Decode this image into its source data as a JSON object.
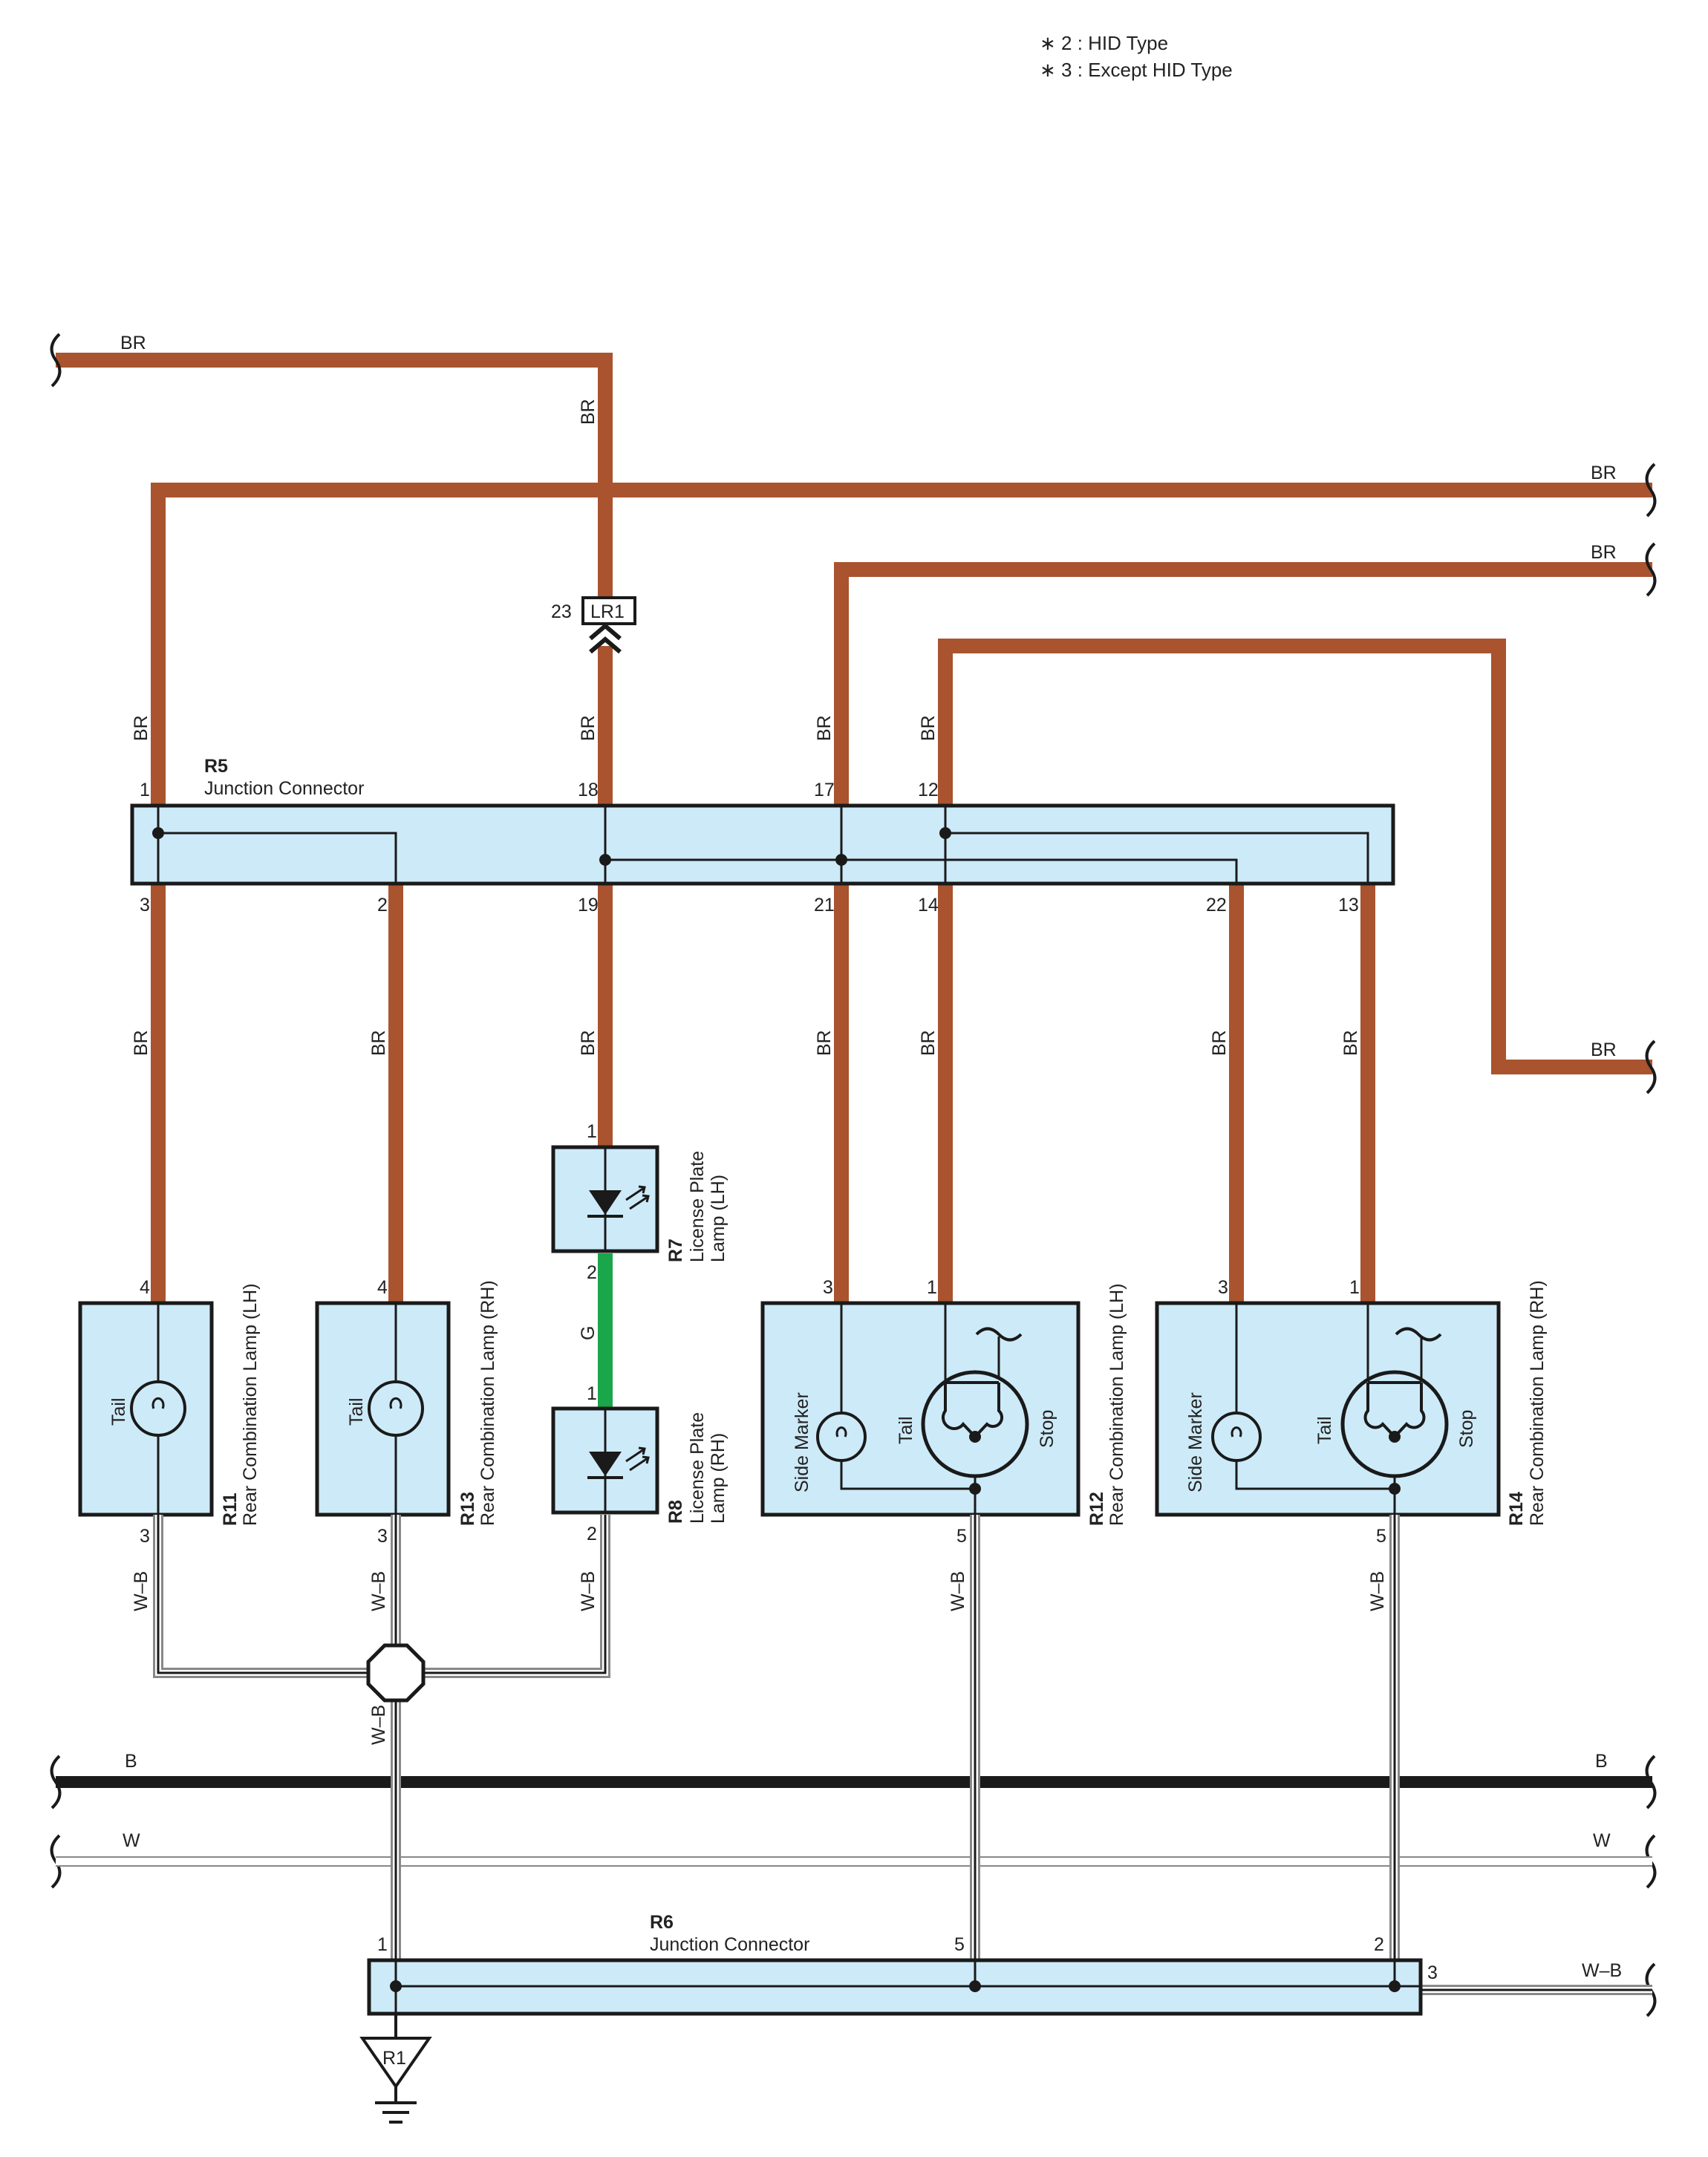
{
  "notes": {
    "note2": "∗ 2 : HID Type",
    "note3": "∗ 3 : Except HID Type"
  },
  "colors": {
    "br": "#a9532f",
    "g": "#1aa64a",
    "b": "#1a1a1a",
    "box_fill": "#cdeaf8"
  },
  "wires": {
    "br": "BR",
    "g": "G",
    "b": "B",
    "w": "W",
    "wb": "W–B"
  },
  "connectors": {
    "lr1": {
      "id": "LR1",
      "pin": "23"
    },
    "r5": {
      "id": "R5",
      "name": "Junction Connector",
      "top_pins": [
        "1",
        "18",
        "17",
        "12"
      ],
      "bottom_pins": [
        "3",
        "2",
        "19",
        "21",
        "14",
        "22",
        "13"
      ]
    },
    "r6": {
      "id": "R6",
      "name": "Junction Connector",
      "pins": [
        "1",
        "5",
        "2",
        "3"
      ]
    },
    "r1": {
      "id": "R1"
    }
  },
  "components": {
    "r11": {
      "id": "R11",
      "name": "Rear Combination Lamp (LH)",
      "inner": "Tail",
      "pin_top": "4",
      "pin_bottom": "3"
    },
    "r13": {
      "id": "R13",
      "name": "Rear Combination Lamp (RH)",
      "inner": "Tail",
      "pin_top": "4",
      "pin_bottom": "3"
    },
    "r7": {
      "id": "R7",
      "name1": "License Plate",
      "name2": "Lamp (LH)",
      "pin_top": "1",
      "pin_bottom": "2"
    },
    "r8": {
      "id": "R8",
      "name1": "License Plate",
      "name2": "Lamp (RH)",
      "pin_top": "1",
      "pin_bottom": "2"
    },
    "r12": {
      "id": "R12",
      "name": "Rear Combination Lamp (LH)",
      "side": "Side Marker",
      "tail": "Tail",
      "stop": "Stop",
      "pin_a": "3",
      "pin_b": "1",
      "pin_c": "5"
    },
    "r14": {
      "id": "R14",
      "name": "Rear Combination Lamp (RH)",
      "side": "Side Marker",
      "tail": "Tail",
      "stop": "Stop",
      "pin_a": "3",
      "pin_b": "1",
      "pin_c": "5"
    }
  }
}
